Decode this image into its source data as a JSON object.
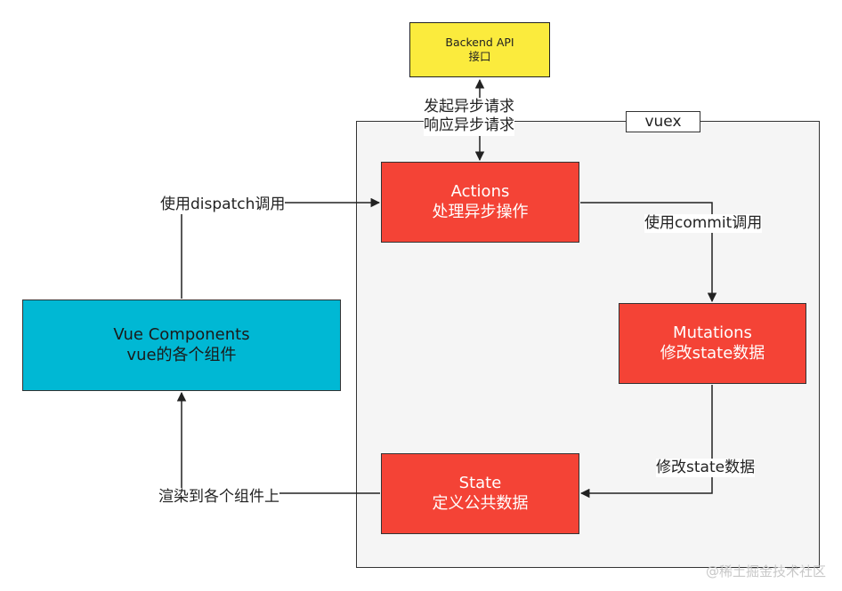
{
  "container": {
    "tab_label": "vuex"
  },
  "backend": {
    "line1": "Backend API",
    "line2": "接口"
  },
  "actions": {
    "line1": "Actions",
    "line2": "处理异步操作"
  },
  "mutations": {
    "line1": "Mutations",
    "line2": "修改state数据"
  },
  "state": {
    "line1": "State",
    "line2": "定义公共数据"
  },
  "components": {
    "line1": "Vue Components",
    "line2": "vue的各个组件"
  },
  "edges": {
    "async_request": "发起异步请求",
    "async_response": "响应异步请求",
    "dispatch": "使用dispatch调用",
    "commit": "使用commit调用",
    "modify": "修改state数据",
    "render": "渲染到各个组件上"
  },
  "watermark": "@稀土掘金技术社区",
  "colors": {
    "backend_fill": "#fbeb3d",
    "red_fill": "#f44336",
    "components_fill": "#00b8d4",
    "container_fill": "#f5f5f5"
  }
}
